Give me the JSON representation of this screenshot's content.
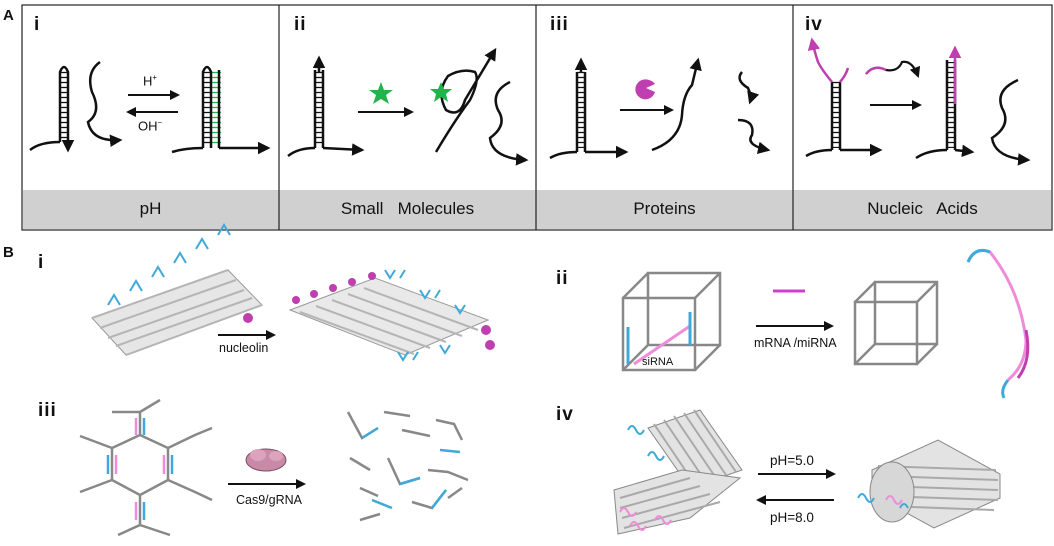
{
  "panel_a": {
    "letter": "A",
    "panels": [
      {
        "numeral": "i",
        "category": "pH",
        "reagent_top": "H",
        "reagent_top_sup": "+",
        "reagent_bottom": "OH",
        "reagent_bottom_sup": "−"
      },
      {
        "numeral": "ii",
        "category": "Small   Molecules"
      },
      {
        "numeral": "iii",
        "category": "Proteins"
      },
      {
        "numeral": "iv",
        "category": "Nucleic   Acids"
      }
    ]
  },
  "panel_b": {
    "letter": "B",
    "sub_i": {
      "numeral": "i",
      "trigger": "nucleolin"
    },
    "sub_ii": {
      "numeral": "ii",
      "inner_label": "siRNA",
      "trigger": "mRNA /miRNA"
    },
    "sub_iii": {
      "numeral": "iii",
      "trigger": "Cas9/gRNA"
    },
    "sub_iv": {
      "numeral": "iv",
      "forward": "pH=5.0",
      "reverse": "pH=8.0"
    }
  },
  "colors": {
    "green": "#22b34b",
    "magenta": "#bf3fb0",
    "blue": "#3fa9d9",
    "pink": "#f08bd9",
    "gray": "#999999",
    "label_bar": "#d0d0d0"
  }
}
